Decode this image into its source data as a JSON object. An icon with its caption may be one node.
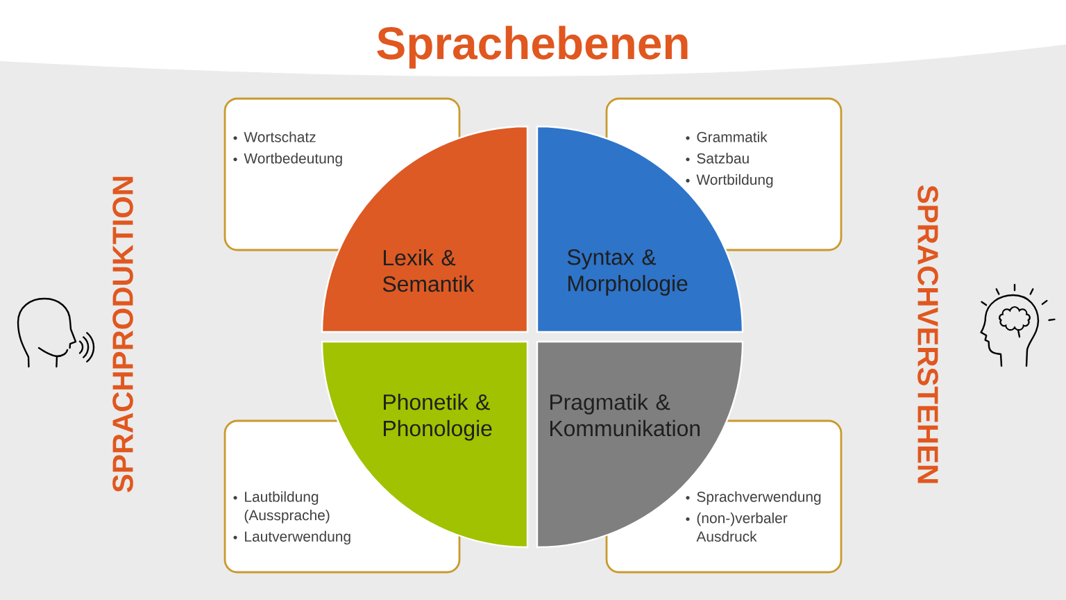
{
  "diagram": {
    "title": "Sprachebenen",
    "nodes": [
      {
        "text": [
          "Wortschatz",
          "Wortbedeutung"
        ]
      },
      {
        "text": [
          "Grammatik",
          "Satzbau",
          "Wortbildung"
        ]
      },
      {
        "text": [
          "Lexik & Semantik"
        ]
      },
      {
        "text": [
          "Syntax & Morphologie"
        ]
      },
      {
        "text": [
          "Phonetik & Phonologie"
        ]
      },
      {
        "text": [
          "Pragmatik & Kommunikation"
        ]
      },
      {
        "text": [
          "Lautbildung (Aussprache)",
          "Lautverwendung"
        ]
      },
      {
        "text": [
          "Sprachverwendung",
          "(non-)verbaler Ausdruck"
        ]
      }
    ],
    "labels": [
      "SPRACHPRODUKTION",
      "SPRACHVERSTEHEN"
    ]
  }
}
